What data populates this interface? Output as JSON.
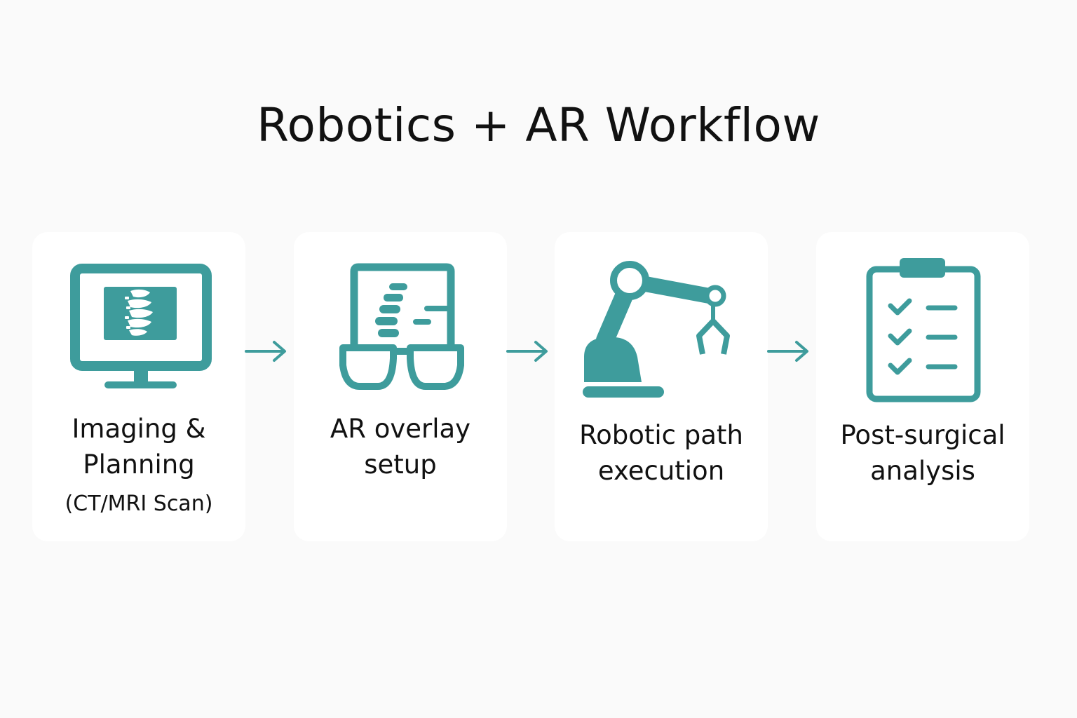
{
  "title": "Robotics + AR Workflow",
  "accent_color": "#3e9c9c",
  "steps": [
    {
      "label_line1": "Imaging &",
      "label_line2": "Planning",
      "sublabel": "(CT/MRI Scan)",
      "icon": "monitor-spine-scan-icon"
    },
    {
      "label_line1": "AR overlay",
      "label_line2": "setup",
      "icon": "ar-glasses-icon"
    },
    {
      "label_line1": "Robotic path",
      "label_line2": "execution",
      "icon": "robotic-arm-icon"
    },
    {
      "label_line1": "Post-surgical",
      "label_line2": "analysis",
      "icon": "clipboard-checklist-icon"
    }
  ]
}
